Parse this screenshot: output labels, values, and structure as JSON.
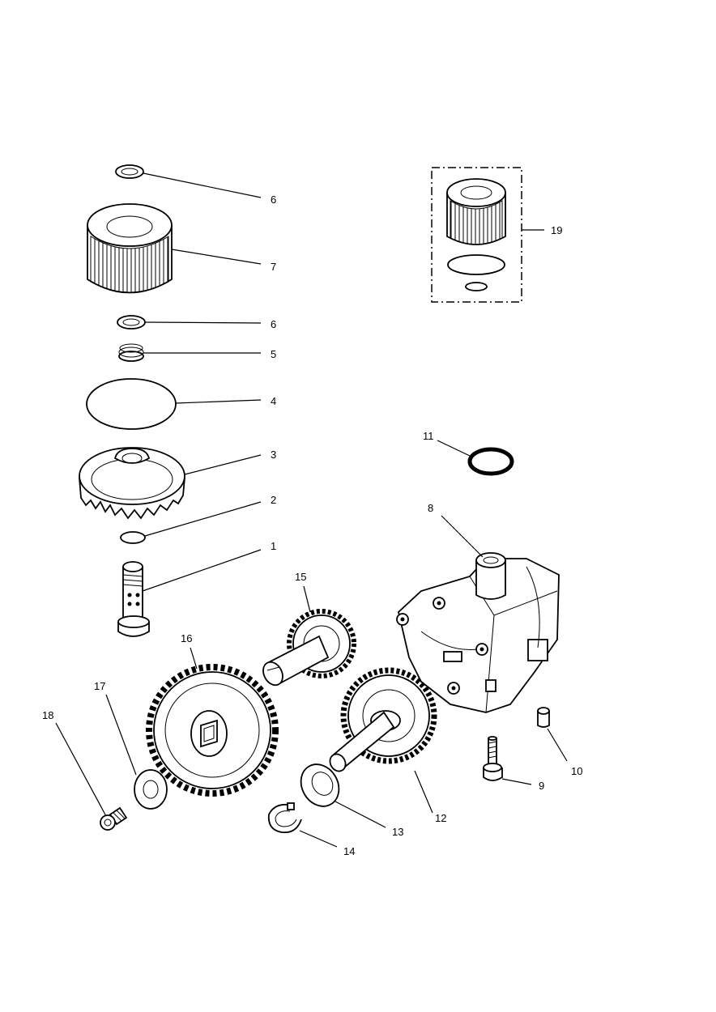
{
  "callouts": [
    {
      "id": "1",
      "label": "1"
    },
    {
      "id": "2",
      "label": "2"
    },
    {
      "id": "3",
      "label": "3"
    },
    {
      "id": "4",
      "label": "4"
    },
    {
      "id": "5",
      "label": "5"
    },
    {
      "id": "6a",
      "label": "6"
    },
    {
      "id": "6b",
      "label": "6"
    },
    {
      "id": "7",
      "label": "7"
    },
    {
      "id": "8",
      "label": "8"
    },
    {
      "id": "9",
      "label": "9"
    },
    {
      "id": "10",
      "label": "10"
    },
    {
      "id": "11",
      "label": "11"
    },
    {
      "id": "12",
      "label": "12"
    },
    {
      "id": "13",
      "label": "13"
    },
    {
      "id": "14",
      "label": "14"
    },
    {
      "id": "15",
      "label": "15"
    },
    {
      "id": "16",
      "label": "16"
    },
    {
      "id": "17",
      "label": "17"
    },
    {
      "id": "18",
      "label": "18"
    },
    {
      "id": "19",
      "label": "19"
    }
  ]
}
